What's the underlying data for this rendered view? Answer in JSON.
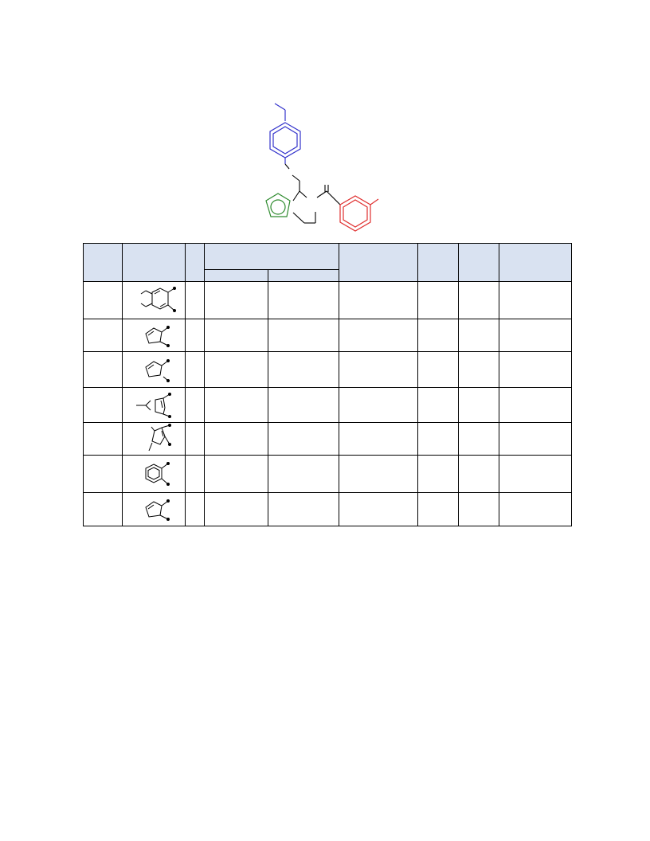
{
  "scaffold": {
    "ring_colors": {
      "top_aryl": "#3333cc",
      "left_heteroaryl": "#2e8b2e",
      "right_aryl": "#e03030",
      "bonds": "#000000"
    }
  },
  "table": {
    "header": {
      "col1": "",
      "col2": "",
      "col3": "",
      "group": "",
      "sub1": "",
      "sub2": "",
      "col6": "",
      "col7": "",
      "col8": "",
      "col9": ""
    },
    "rows": [
      {
        "id": "",
        "ring": "dioxole-fused-benzene",
        "c3": "",
        "s1": "",
        "s2": "",
        "c6": "",
        "c7": "",
        "c8": "",
        "c9": ""
      },
      {
        "id": "",
        "ring": "thiophene-2,3-diyl",
        "c3": "",
        "s1": "",
        "s2": "",
        "c6": "",
        "c7": "",
        "c8": "",
        "c9": ""
      },
      {
        "id": "",
        "ring": "thiophene-3,4-diyl",
        "c3": "",
        "s1": "",
        "s2": "",
        "c6": "",
        "c7": "",
        "c8": "",
        "c9": ""
      },
      {
        "id": "",
        "ring": "methyl-thiazole-diyl",
        "c3": "",
        "s1": "",
        "s2": "",
        "c6": "",
        "c7": "",
        "c8": "",
        "c9": ""
      },
      {
        "id": "",
        "ring": "methyl-pyrazole-diyl",
        "c3": "",
        "s1": "",
        "s2": "",
        "c6": "",
        "c7": "",
        "c8": "",
        "c9": ""
      },
      {
        "id": "",
        "ring": "benzene-1,2-diyl",
        "c3": "",
        "s1": "",
        "s2": "",
        "c6": "",
        "c7": "",
        "c8": "",
        "c9": ""
      },
      {
        "id": "",
        "ring": "thiophene-2,3-diyl",
        "c3": "",
        "s1": "",
        "s2": "",
        "c6": "",
        "c7": "",
        "c8": "",
        "c9": ""
      }
    ]
  }
}
